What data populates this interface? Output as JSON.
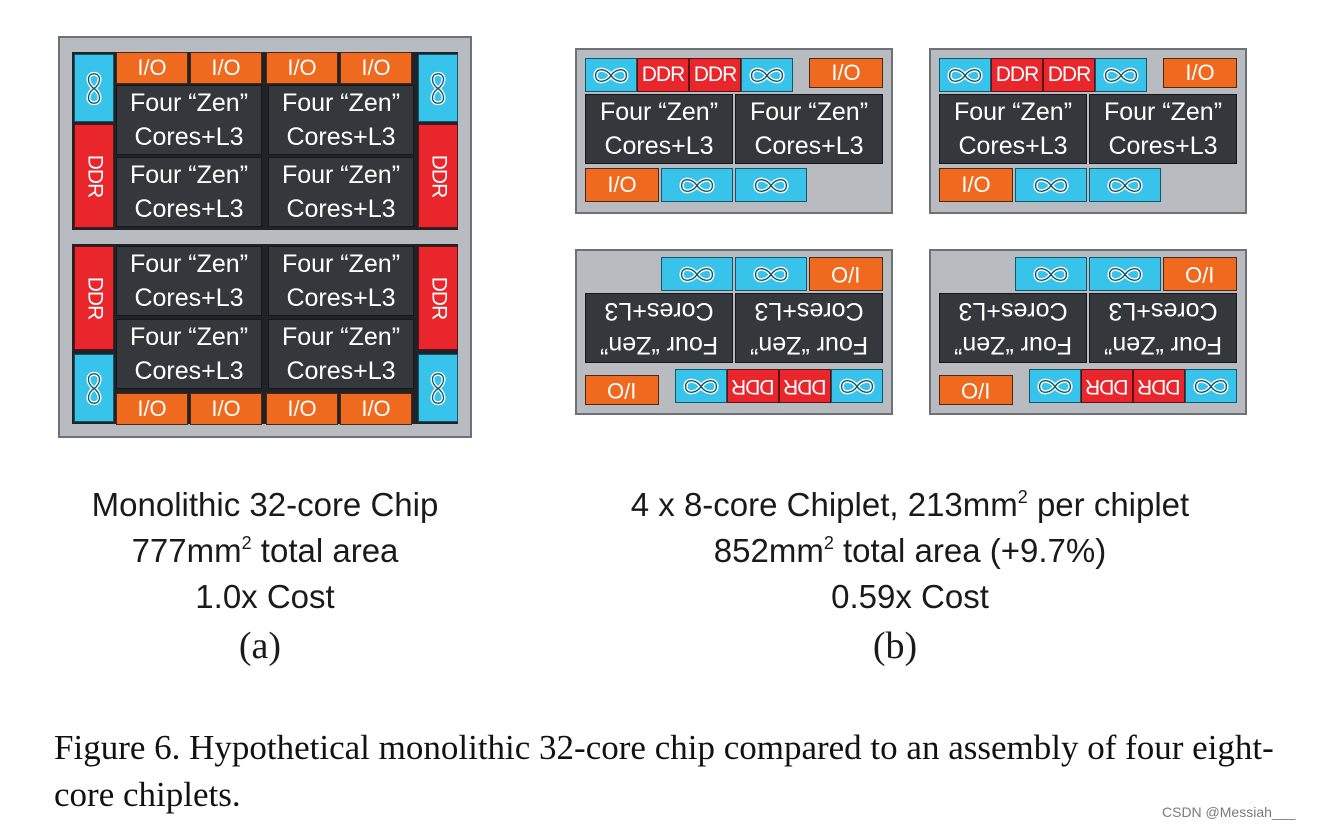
{
  "labels": {
    "io": "I/O",
    "ddr": "DDR",
    "core_line1": "Four “Zen”",
    "core_line2": "Cores+L3"
  },
  "colors": {
    "io": "#ef6a1f",
    "ddr": "#e8262c",
    "infinity_fabric": "#37c3ea",
    "core_die": "#34383d",
    "chip_background": "#b8bcc1"
  },
  "icons": {
    "infinity_fabric": "infinity-fabric-icon"
  },
  "panel_a": {
    "caption": {
      "line1": "Monolithic 32-core Chip",
      "line2_value": "777mm",
      "line2_sup": "2",
      "line2_rest": " total area",
      "line3": "1.0x Cost"
    },
    "sublabel": "(a)"
  },
  "panel_b": {
    "caption": {
      "line1_pre": "4 x 8-core Chiplet, 213mm",
      "line1_sup": "2",
      "line1_rest": " per chiplet",
      "line2_value": "852mm",
      "line2_sup": "2",
      "line2_rest": " total area (+9.7%)",
      "line3": "0.59x Cost"
    },
    "sublabel": "(b)"
  },
  "figure_caption": "Figure 6. Hypothetical monolithic 32-core chip compared to an assembly of four eight-core chiplets.",
  "watermark": "CSDN @Messiah___"
}
